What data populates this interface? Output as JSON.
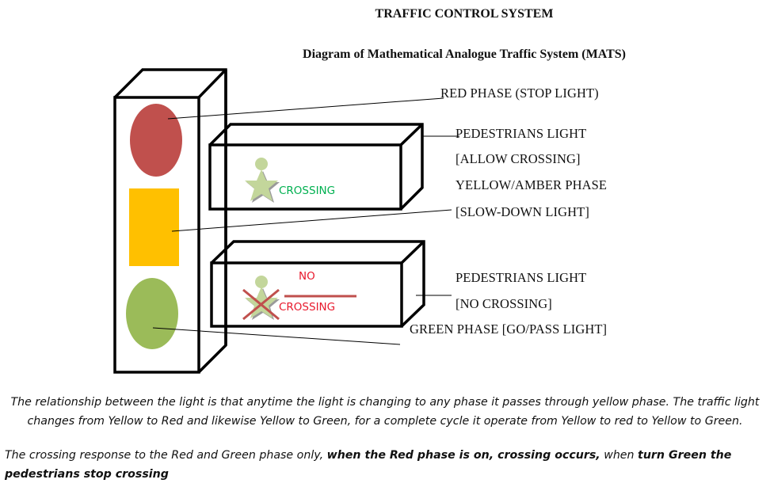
{
  "document": {
    "title": "TRAFFIC CONTROL SYSTEM",
    "subtitle": "Diagram of Mathematical Analogue Traffic System (MATS)"
  },
  "diagram": {
    "traffic_light": {
      "lamps": [
        {
          "name": "red",
          "color": "#c0504d"
        },
        {
          "name": "yellow",
          "color": "#ffc000"
        },
        {
          "name": "green",
          "color": "#9bbb59"
        }
      ]
    },
    "pedestrian_lights": {
      "allow": {
        "text": "CROSSING",
        "text_color": "#00b050",
        "icon": "pedestrian-icon",
        "icon_color": "#c3d69b"
      },
      "deny": {
        "text_top": "NO",
        "text_bottom": "CROSSING",
        "text_color": "#e8192c",
        "icon": "pedestrian-crossed-icon",
        "cross_color": "#c0504d"
      }
    },
    "labels": {
      "red_phase": "RED PHASE (STOP LIGHT)",
      "ped_allow_line1": "PEDESTRIANS LIGHT",
      "ped_allow_line2": "[ALLOW CROSSING]",
      "yellow_line1": "YELLOW/AMBER PHASE",
      "yellow_line2": "[SLOW-DOWN LIGHT]",
      "ped_deny_line1": "PEDESTRIANS LIGHT",
      "ped_deny_line2": "[NO CROSSING]",
      "green_phase": "GREEN PHASE [GO/PASS LIGHT]"
    }
  },
  "paragraphs": {
    "p1_line1": "The relationship between the light is that anytime the light is changing to any phase it passes through yellow phase. The traffic light",
    "p1_line2": "changes from Yellow to Red and likewise Yellow to Green, for a complete cycle it operate from Yellow to red to Yellow to Green.",
    "p2_part1": "The crossing response to the Red and Green phase only, ",
    "p2_part2_bold": "when the Red phase is on, crossing occurs,",
    "p2_part3": " when ",
    "p2_part4_bold": "turn Green the",
    "p2_line2_bold": "pedestrians stop crossing"
  }
}
